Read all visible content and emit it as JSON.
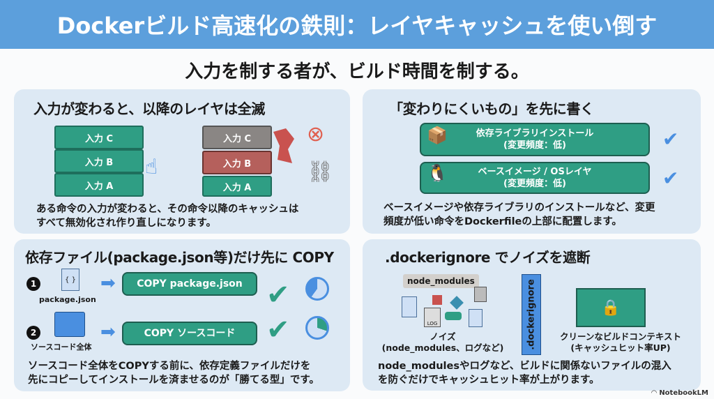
{
  "header": {
    "title": "Dockerビルド高速化の鉄則：レイヤキャッシュを使い倒す"
  },
  "subtitle": "入力を制する者が、ビルド時間を制する。",
  "panels": {
    "layers": {
      "title": "入力が変わると、以降のレイヤは全滅",
      "blocks": [
        "入力 C",
        "入力 B",
        "入力 A"
      ],
      "broken_blocks": [
        "入力 C",
        "入力 B",
        "入力 A"
      ],
      "description": [
        "ある命令の入力が変わると、その命令以降のキャッシュは",
        "すべて無効化され作り直しになります。"
      ]
    },
    "order": {
      "title": "「変わりにくいもの」を先に書く",
      "items": [
        {
          "label": "依存ライブラリインストール",
          "sub": "(変更頻度：低)",
          "icon": "box-icon"
        },
        {
          "label": "ベースイメージ / OSレイヤ",
          "sub": "(変更頻度：低)",
          "icon": "penguin-icon"
        }
      ],
      "description": [
        "ベースイメージや依存ライブラリのインストールなど、変更",
        "頻度が低い命令をDockerfileの上部に配置します。"
      ]
    },
    "copy": {
      "title": "依存ファイル(package.json等)だけ先に COPY",
      "steps": [
        {
          "num": "1",
          "file": "package.json",
          "file_glyph": "{ }",
          "command": "COPY package.json"
        },
        {
          "num": "2",
          "file": "ソースコード全体",
          "command": "COPY ソースコード"
        }
      ],
      "description": [
        "ソースコード全体をCOPYする前に、依存定義ファイルだけを",
        "先にコピーしてインストールを済ませるのが「勝てる型」です。"
      ]
    },
    "ignore": {
      "title": ".dockerignore でノイズを遮断",
      "noise_tag": "node_modules",
      "log_tag": "LOG",
      "noise_label": "ノイズ",
      "noise_sub": "(node_modules、ログなど)",
      "barrier": ".dockerignore",
      "clean_label": "クリーンなビルドコンテキスト",
      "clean_sub": "(キャッシュヒット率UP)",
      "description": [
        "node_modulesやログなど、ビルドに関係ないファイルの混入",
        "を防ぐだけでキャッシュヒット率が上がります。"
      ]
    }
  },
  "footer": {
    "brand": "NotebookLM"
  },
  "colors": {
    "header": "#5c9fdc",
    "panel": "#dde9f4",
    "green": "#2f9e84",
    "blue": "#4a8fe0",
    "red": "#c9524f"
  }
}
